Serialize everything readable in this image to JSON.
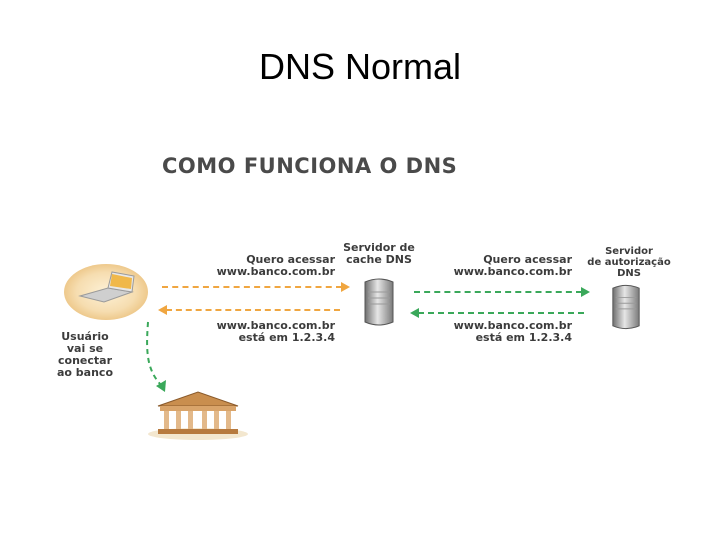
{
  "slide": {
    "title": "DNS Normal"
  },
  "diagram": {
    "title": "COMO FUNCIONA O DNS",
    "cache_server_label": [
      "Servidor de",
      "cache DNS"
    ],
    "auth_server_label": [
      "Servidor",
      "de autorização",
      "DNS"
    ],
    "user_label": [
      "Usuário",
      "vai se",
      "conectar",
      "ao banco"
    ],
    "left_request": [
      "Quero acessar",
      "www.banco.com.br"
    ],
    "left_response": [
      "www.banco.com.br",
      "está em 1.2.3.4"
    ],
    "right_request": [
      "Quero acessar",
      "www.banco.com.br"
    ],
    "right_response": [
      "www.banco.com.br",
      "está em 1.2.3.4"
    ],
    "icons": {
      "user": "laptop-icon",
      "cache_server": "server-icon",
      "auth_server": "server-icon",
      "bank": "bank-building-icon"
    },
    "colors": {
      "user_to_cache_arrows": "#f0a640",
      "cache_to_auth_arrows": "#3aa85a",
      "user_to_bank_arrow": "#3aa85a"
    }
  }
}
